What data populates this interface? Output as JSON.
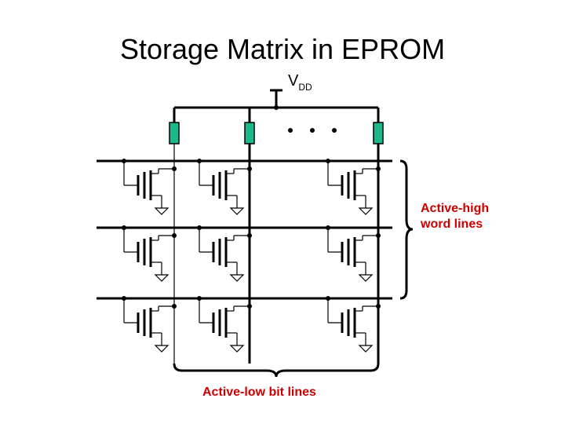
{
  "title": "Storage Matrix in EPROM",
  "vdd": {
    "main": "V",
    "sub": "DD"
  },
  "labels": {
    "word_lines_line1": "Active-high",
    "word_lines_line2": "word lines",
    "bit_lines": "Active-low bit lines"
  },
  "colors": {
    "line": "#000000",
    "pullup": "#1ab88c",
    "label_red": "#cc0000"
  },
  "matrix": {
    "rows": 3,
    "columns": 3
  }
}
